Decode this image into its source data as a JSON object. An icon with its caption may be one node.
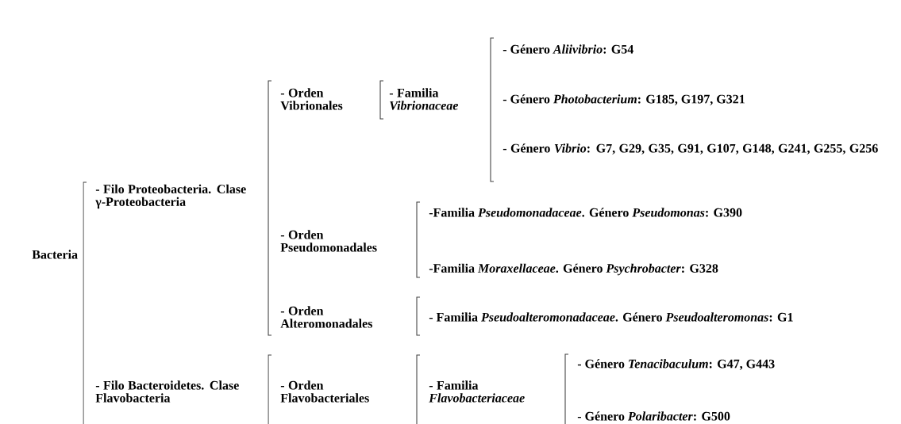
{
  "diagram": {
    "labels": [
      "Bacteria",
      "- Filo Proteobacteria. Clase γ-Proteobacteria",
      "- Orden Vibrionales",
      "- Familia *Vibrionaceae*",
      "- Género *Aliivibrio*: G54",
      "- Género *Photobacterium*: G185, G197, G321",
      "- Género *Vibrio*: G7, G29, G35, G91, G107, G148, G241, G255, G256",
      "- Orden Pseudomonadales",
      "-Familia *Pseudomonadaceae*. Género *Pseudomonas*: G390",
      "-Familia *Moraxellaceae*. Género *Psychrobacter*: G328",
      "- Orden Alteromonadales",
      "- Familia *Pseudoalteromonadaceae*. Género *Pseudoalteromonas*: G1",
      "- Filo Bacteroidetes. Clase Flavobacteria",
      "- Orden Flavobacteriales",
      "- Familia *Flavobacteriaceae*",
      "- Género *Tenacibaculum*: G47, G443",
      "- Género *Polaribacter*: G500"
    ]
  }
}
